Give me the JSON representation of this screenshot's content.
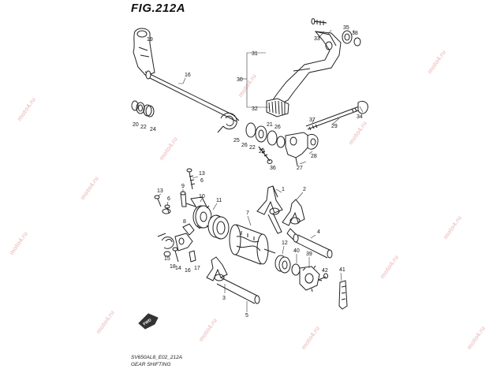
{
  "figure": {
    "title": "FIG.212A",
    "code": "SV650AL8_E02_212A",
    "name": "GEAR SHIFTING"
  },
  "watermark": "moto4.ru",
  "fwd_badge": "FWD",
  "callouts": {
    "c1": "1",
    "c2": "2",
    "c3": "3",
    "c4": "4",
    "c5": "5",
    "c6a": "6",
    "c6b": "6",
    "c7": "7",
    "c8": "8",
    "c9": "9",
    "c10": "10",
    "c11": "11",
    "c12": "12",
    "c13a": "13",
    "c13b": "13",
    "c14": "14",
    "c15": "15",
    "c16": "16",
    "c17": "17",
    "c18": "18",
    "c19": "19",
    "c20": "20",
    "c21": "21",
    "c22a": "22",
    "c22b": "22",
    "c23": "23",
    "c24": "24",
    "c25": "25",
    "c26a": "26",
    "c26b": "26",
    "c27": "27",
    "c28": "28",
    "c29": "29",
    "c30": "30",
    "c31": "31",
    "c32": "32",
    "c33": "33",
    "c34": "34",
    "c35": "35",
    "c36": "36",
    "c37": "37",
    "c38": "38",
    "c39": "39",
    "c40": "40",
    "c41": "41",
    "c42": "42"
  },
  "colors": {
    "line": "#222222",
    "watermark": "#f1c9c9"
  }
}
